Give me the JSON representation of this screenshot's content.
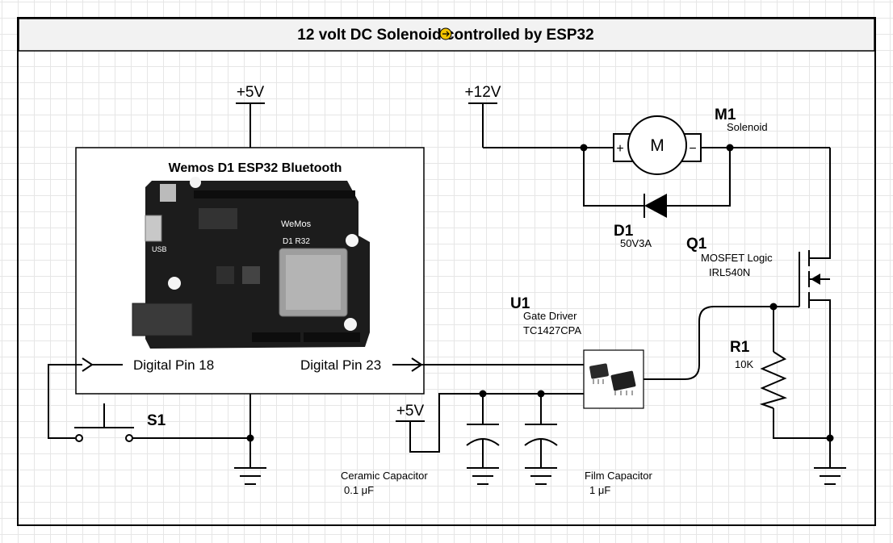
{
  "title": "12 volt DC Solenoid controlled by ESP32",
  "board": {
    "title": "Wemos D1 ESP32 Bluetooth",
    "silk_brand": "WeMos",
    "silk_model": "D1 R32",
    "silk_usb": "USB",
    "pin_left": "Digital Pin 18",
    "pin_right": "Digital Pin 23"
  },
  "supplies": {
    "vcc_board": "+5V",
    "vcc_motor": "+12V",
    "vcc_driver": "+5V"
  },
  "components": {
    "m1": {
      "ref": "M1",
      "value": "Solenoid",
      "symbol": "M",
      "plus": "+",
      "minus": "−"
    },
    "d1": {
      "ref": "D1",
      "value": "50V3A"
    },
    "q1": {
      "ref": "Q1",
      "value_line1": "MOSFET Logic",
      "value_line2": "IRL540N"
    },
    "u1": {
      "ref": "U1",
      "value_line1": "Gate Driver",
      "value_line2": "TC1427CPA"
    },
    "r1": {
      "ref": "R1",
      "value": "10K"
    },
    "s1": {
      "ref": "S1"
    },
    "c_ceramic": {
      "label": "Ceramic Capacitor",
      "value": "0.1 μF"
    },
    "c_film": {
      "label": "Film Capacitor",
      "value": "1 μF"
    }
  },
  "colors": {
    "board_pcb": "#1c1c1c",
    "title_bar": "#f2f2f2",
    "wire": "#000000",
    "title_icon": "#f2c300"
  }
}
